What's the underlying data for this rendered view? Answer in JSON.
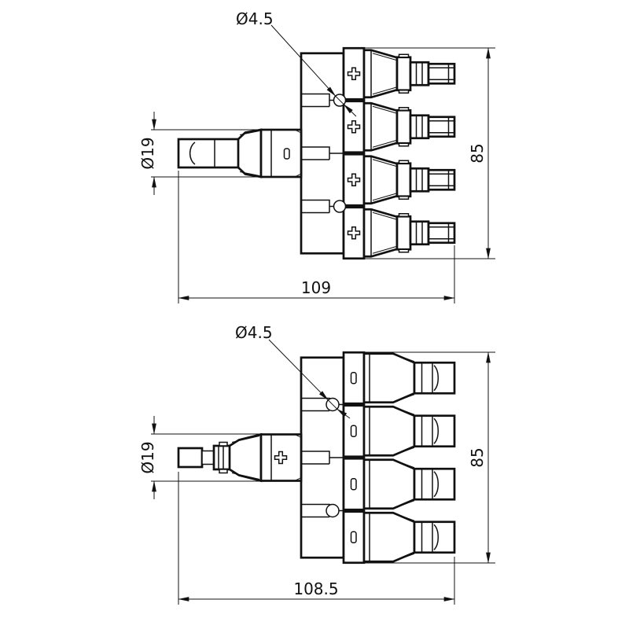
{
  "sheet": {
    "background": "#ffffff",
    "line_color": "#111111"
  },
  "drawings": {
    "top": {
      "dimensions": {
        "hole_diameter": "Ø4.5",
        "connector_diameter": "Ø19",
        "overall_width": "109",
        "overall_height": "85"
      }
    },
    "bottom": {
      "dimensions": {
        "hole_diameter": "Ø4.5",
        "connector_diameter": "Ø19",
        "overall_width": "108.5",
        "overall_height": "85"
      }
    }
  }
}
